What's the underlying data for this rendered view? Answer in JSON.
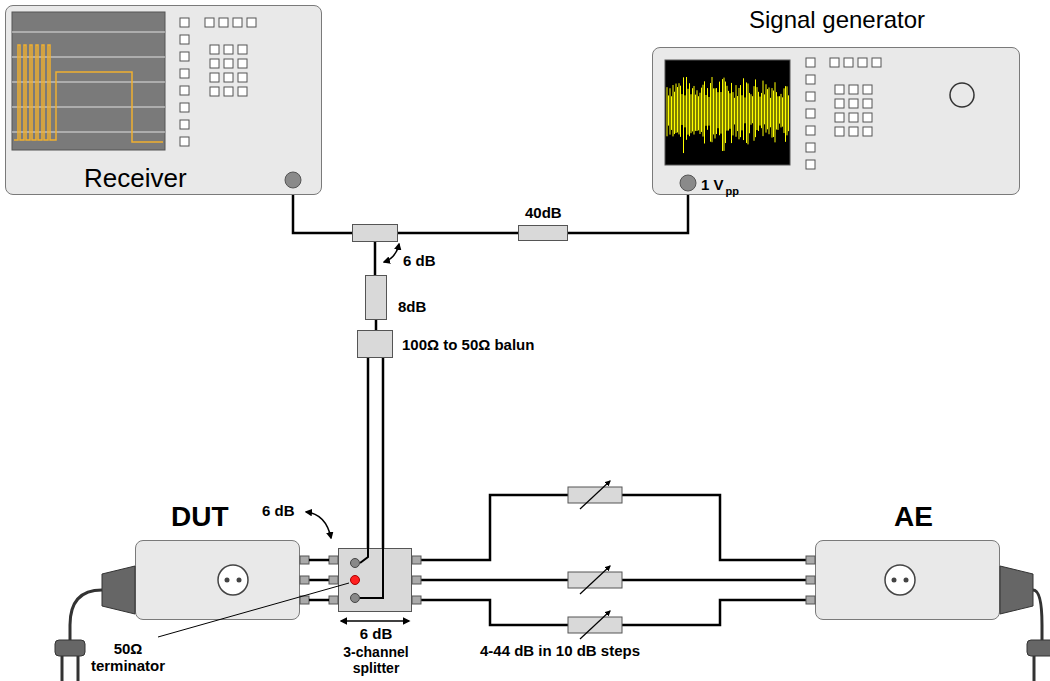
{
  "diagram": {
    "nodes": [
      {
        "text": [
          "Receiver"
        ]
      },
      {
        "text": [
          "Signal generator",
          "1 V",
          "pp"
        ]
      },
      {
        "text": [
          "40dB"
        ]
      },
      {
        "text": [
          "6 dB"
        ]
      },
      {
        "text": [
          "8dB"
        ]
      },
      {
        "text": [
          "100Ω to 50Ω balun"
        ]
      },
      {
        "text": [
          "DUT"
        ]
      },
      {
        "text": [
          "6 dB",
          "3-channel splitter"
        ]
      },
      {
        "text": [
          "AE"
        ]
      }
    ],
    "edges": [
      {
        "from": 0,
        "to": 3,
        "arrow": "none"
      },
      {
        "from": 3,
        "to": 2,
        "arrow": "none"
      },
      {
        "from": 2,
        "to": 1,
        "arrow": "none"
      },
      {
        "from": 3,
        "to": 4,
        "arrow": "none"
      },
      {
        "from": 4,
        "to": 5,
        "arrow": "none"
      },
      {
        "from": 5,
        "to": 7,
        "arrow": "none"
      },
      {
        "from": 5,
        "to": 7,
        "arrow": "none"
      },
      {
        "from": 6,
        "to": 7,
        "arrow": "none"
      },
      {
        "from": 7,
        "to": 8,
        "arrow": "none"
      },
      {
        "from": 7,
        "to": 8,
        "arrow": "none"
      },
      {
        "from": 7,
        "to": 8,
        "arrow": "none"
      }
    ],
    "labels": [
      "6 dB",
      "50Ω terminator",
      "4-44 dB in 10 dB steps"
    ]
  }
}
